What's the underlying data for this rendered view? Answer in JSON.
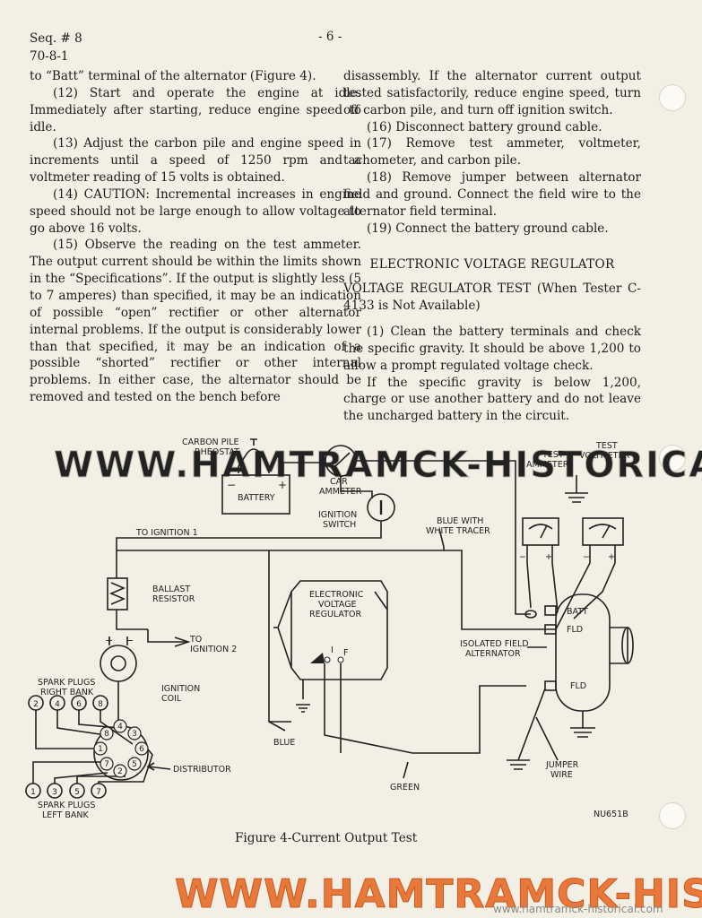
{
  "header": {
    "seq": "Seq. # 8",
    "date": "70-8-1",
    "page": "- 6 -"
  },
  "left_column": [
    "to “Batt” terminal of the alternator (Figure 4).",
    "(12) Start and operate the engine at idle. Immediately after starting, reduce engine speed to idle.",
    "(13) Adjust the carbon pile and engine speed in increments until a speed of 1250 rpm and a voltmeter reading of 15 volts is obtained.",
    "(14) CAUTION: Incremental increases in engine speed should not be large enough to allow voltage to go above 16 volts.",
    "(15) Observe the reading on the test ammeter. The output current should be within the limits shown in the “Specifications”. If the output is slightly less (5 to 7 amperes) than specified, it may be an indication of possible “open” rectifier or other alternator internal problems. If the output is considerably lower than that specified, it may be an indication of a possible “shorted” rectifier or other internal problems. In either case, the alternator should be removed and tested on the bench before"
  ],
  "right_column": {
    "p1": "disassembly. If the alternator current output tested satisfactorily, reduce engine speed, turn off carbon pile, and turn off ignition switch.",
    "p2": "(16) Disconnect battery ground cable.",
    "p3": "(17) Remove test ammeter, voltmeter, tachometer, and carbon pile.",
    "p4": "(18) Remove jumper between alternator field and ground. Connect the field wire to the alternator field terminal.",
    "p5": "(19) Connect the battery ground cable.",
    "section_title": "ELECTRONIC VOLTAGE REGULATOR",
    "subsection_title": "VOLTAGE REGULATOR TEST (When Tester C-4133 is Not Available)",
    "p6": "(1) Clean the battery terminals and check the specific gravity. It should be above 1,200 to allow a prompt regulated voltage check.",
    "p7": "If the specific gravity is below 1,200, charge or use another battery and do not leave the uncharged battery in the circuit."
  },
  "diagram": {
    "carbon_pile_1": "CARBON PILE",
    "carbon_pile_2": "RHEOSTAT",
    "battery": "BATTERY",
    "minus": "−",
    "plus": "+",
    "car_ammeter_1": "CAR",
    "car_ammeter_2": "AMMETER",
    "ignition_switch_1": "IGNITION",
    "ignition_switch_2": "SWITCH",
    "test_ammeter_1": "TEST",
    "test_ammeter_2": "AMMETER",
    "test_voltmeter_1": "TEST",
    "test_voltmeter_2": "VOLTMETER",
    "to_ignition_1": "TO IGNITION 1",
    "blue_white_1": "BLUE WITH",
    "blue_white_2": "WHITE TRACER",
    "ballast_1": "BALLAST",
    "ballast_2": "RESISTOR",
    "to_ignition_2a": "TO",
    "to_ignition_2b": "IGNITION 2",
    "evr_1": "ELECTRONIC",
    "evr_2": "VOLTAGE",
    "evr_3": "REGULATOR",
    "evr_i": "I",
    "evr_f": "F",
    "batt": "BATT",
    "fld": "FLD",
    "fld2": "FLD",
    "isolated_1": "ISOLATED FIELD",
    "isolated_2": "ALTERNATOR",
    "ign_coil_1": "IGNITION",
    "ign_coil_2": "COIL",
    "spark_right_1": "SPARK PLUGS",
    "spark_right_2": "RIGHT BANK",
    "spark_left_1": "SPARK PLUGS",
    "spark_left_2": "LEFT BANK",
    "distributor": "DISTRIBUTOR",
    "blue": "BLUE",
    "green": "GREEN",
    "jumper_1": "JUMPER",
    "jumper_2": "WIRE",
    "code": "NU651B",
    "plug_right": [
      "2",
      "4",
      "6",
      "8"
    ],
    "plug_left": [
      "1",
      "3",
      "5",
      "7"
    ],
    "dist_8": "8",
    "dist_1": "1",
    "dist_2": "2",
    "dist_3": "3",
    "dist_4": "4",
    "dist_5": "5",
    "dist_6": "6",
    "dist_7": "7"
  },
  "figure_caption": "Figure 4-Current Output Test",
  "watermark": {
    "band_text": "WWW.HAMTRAMCK-HISTORICAL.COM",
    "footer_large": "WWW.HAMTRAMCK-HISTORICAL.COM",
    "footer_small": "www.hamtramck-historical.com"
  }
}
